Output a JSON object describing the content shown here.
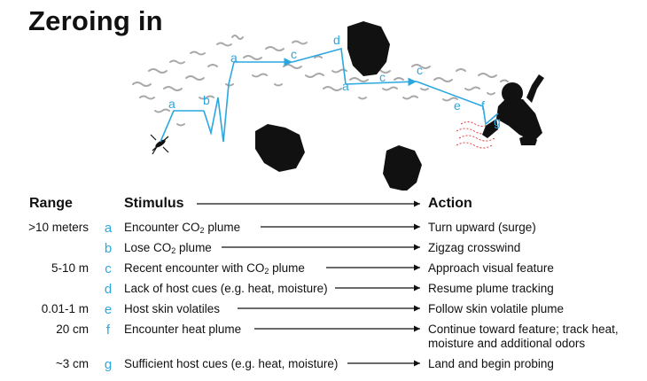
{
  "title": "Zeroing in",
  "headers": {
    "range": "Range",
    "stimulus": "Stimulus",
    "action": "Action"
  },
  "rows": [
    {
      "range": ">10 meters",
      "letter": "a",
      "stimulus_pre": "Encounter CO",
      "stimulus_sub": "2",
      "stimulus_post": " plume",
      "action": "Turn upward (surge)"
    },
    {
      "range": "",
      "letter": "b",
      "stimulus_pre": "Lose CO",
      "stimulus_sub": "2",
      "stimulus_post": " plume",
      "action": "Zigzag crosswind"
    },
    {
      "range": "5-10 m",
      "letter": "c",
      "stimulus_pre": "Recent encounter with CO",
      "stimulus_sub": "2",
      "stimulus_post": " plume",
      "action": "Approach visual feature"
    },
    {
      "range": "",
      "letter": "d",
      "stimulus_pre": "Lack of host cues (e.g. heat, moisture)",
      "stimulus_sub": "",
      "stimulus_post": "",
      "action": "Resume plume tracking"
    },
    {
      "range": "0.01-1 m",
      "letter": "e",
      "stimulus_pre": "Host skin volatiles",
      "stimulus_sub": "",
      "stimulus_post": "",
      "action": "Follow skin volatile plume"
    },
    {
      "range": "20 cm",
      "letter": "f",
      "stimulus_pre": "Encounter heat plume",
      "stimulus_sub": "",
      "stimulus_post": "",
      "action": "Continue toward feature; track heat,",
      "action_line2": "moisture and additional odors"
    },
    {
      "range": "~3 cm",
      "letter": "g",
      "stimulus_pre": "Sufficient host cues (e.g. heat, moisture)",
      "stimulus_sub": "",
      "stimulus_post": "",
      "action": "Land and begin probing"
    }
  ],
  "diagram_labels": [
    "a",
    "b",
    "a",
    "c",
    "d",
    "a",
    "c",
    "c",
    "e",
    "f",
    "g"
  ],
  "colors": {
    "accent": "#2aa7e0",
    "plume": "#a0a0a0",
    "silhouette": "#111111",
    "heat": "#e03c3c"
  }
}
